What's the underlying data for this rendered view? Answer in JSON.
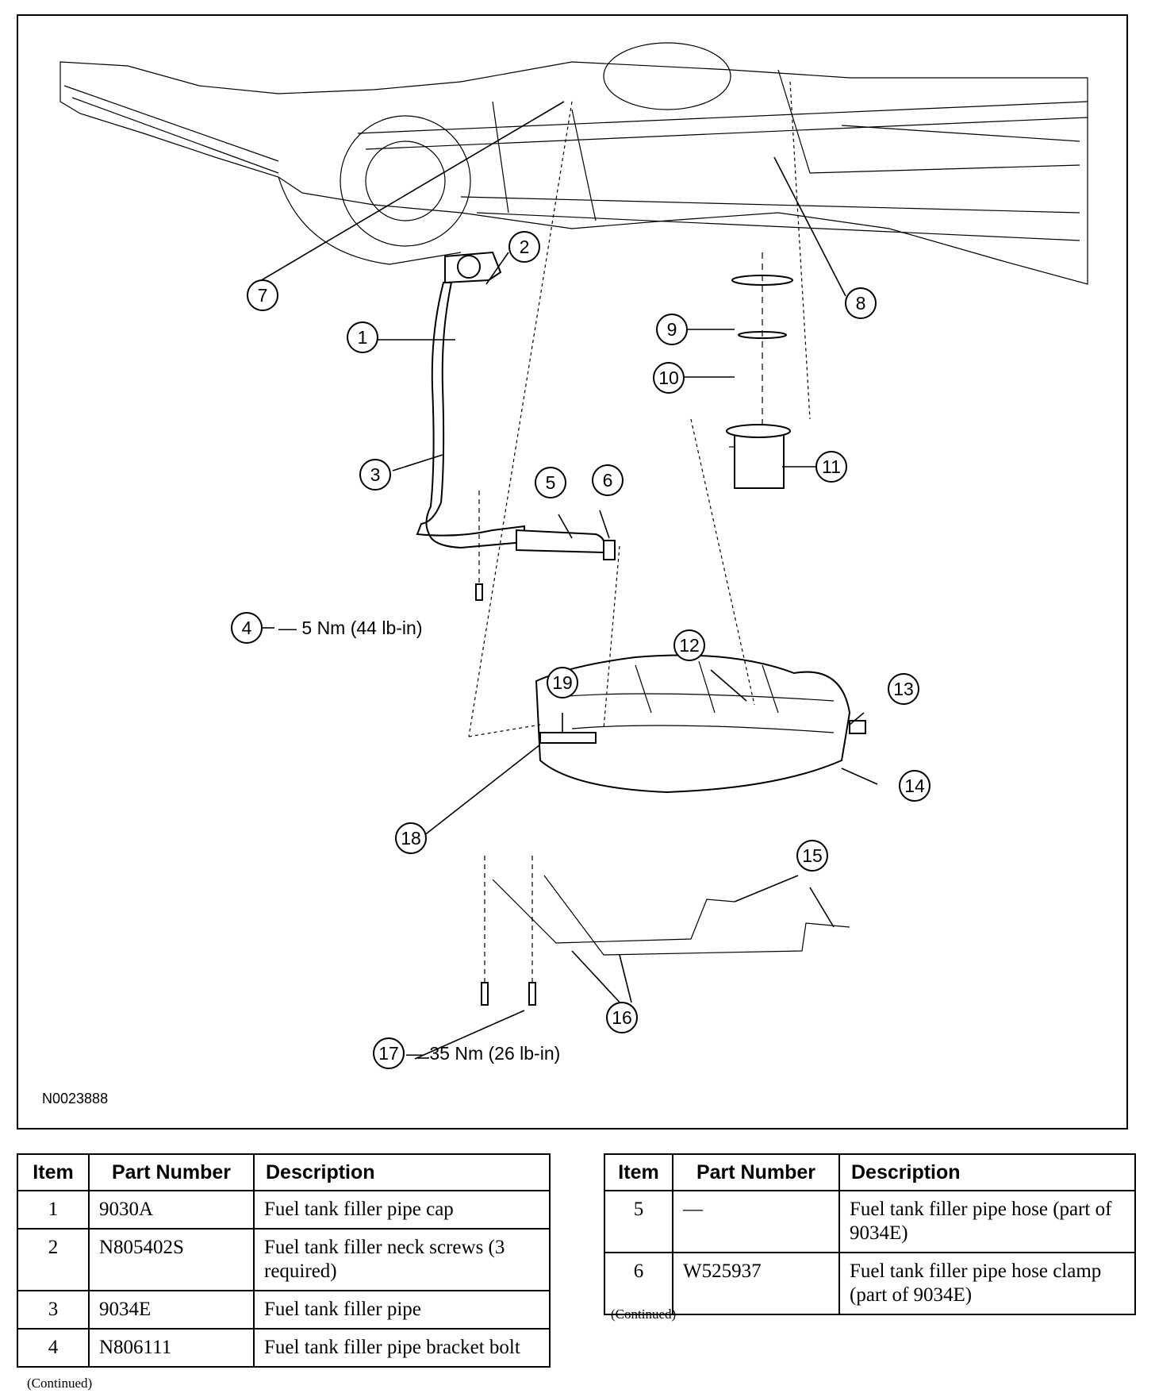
{
  "figure": {
    "id": "N0023888",
    "callouts": [
      "1",
      "2",
      "3",
      "4",
      "5",
      "6",
      "7",
      "8",
      "9",
      "10",
      "11",
      "12",
      "13",
      "14",
      "15",
      "16",
      "17",
      "18",
      "19"
    ],
    "torque_4": "5 Nm (44 lb-in)",
    "torque_17": "35 Nm (26 lb-in)"
  },
  "table_left": {
    "headers": [
      "Item",
      "Part Number",
      "Description"
    ],
    "rows": [
      {
        "item": "1",
        "part": "9030A",
        "desc": "Fuel tank filler pipe cap"
      },
      {
        "item": "2",
        "part": "N805402S",
        "desc": "Fuel tank filler neck screws (3 required)"
      },
      {
        "item": "3",
        "part": "9034E",
        "desc": "Fuel tank filler pipe"
      },
      {
        "item": "4",
        "part": "N806111",
        "desc": "Fuel tank filler pipe bracket bolt"
      }
    ],
    "continued": "(Continued)"
  },
  "table_right": {
    "headers": [
      "Item",
      "Part Number",
      "Description"
    ],
    "rows": [
      {
        "item": "5",
        "part": "—",
        "desc": "Fuel tank filler pipe hose (part of 9034E)"
      },
      {
        "item": "6",
        "part": "W525937",
        "desc": "Fuel tank filler pipe hose clamp (part of 9034E)"
      }
    ],
    "continued": "(Continued)"
  }
}
